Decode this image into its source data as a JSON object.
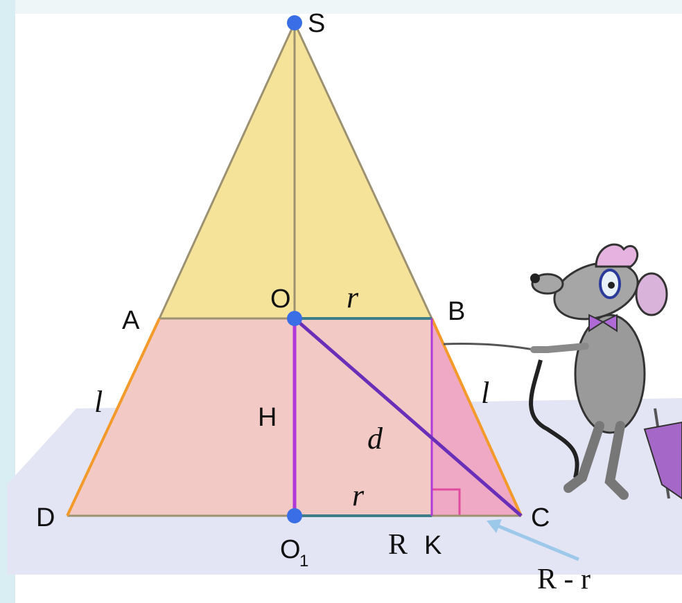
{
  "labels": {
    "S": "S",
    "O": "O",
    "A": "A",
    "B": "B",
    "C": "C",
    "D": "D",
    "K": "K",
    "O1_main": "O",
    "O1_sub": "1",
    "H": "H",
    "R": "R",
    "r_top": "r",
    "r_bottom": "r",
    "l_left": "l",
    "l_right": "l",
    "d": "d",
    "R_minus_r": "R - r"
  },
  "colors": {
    "upper_triangle_fill": "#f6e39a",
    "trapezoid_fill": "#f2c9c4",
    "right_triangle_fill": "#efa9c4",
    "plane_fill": "#e3e5f4",
    "background_left": "#d8eef2",
    "outline": "#9c9170",
    "slant_edge": "#f39a2a",
    "height_line": "#b03ad8",
    "diagonal": "#6a2fb8",
    "radius_line": "#3e7e8a",
    "arrow": "#9cc8ea",
    "points": "#3a6ee6"
  },
  "decorations": {
    "mouse_illustration": "cartoon-mouse-with-umbrella"
  }
}
